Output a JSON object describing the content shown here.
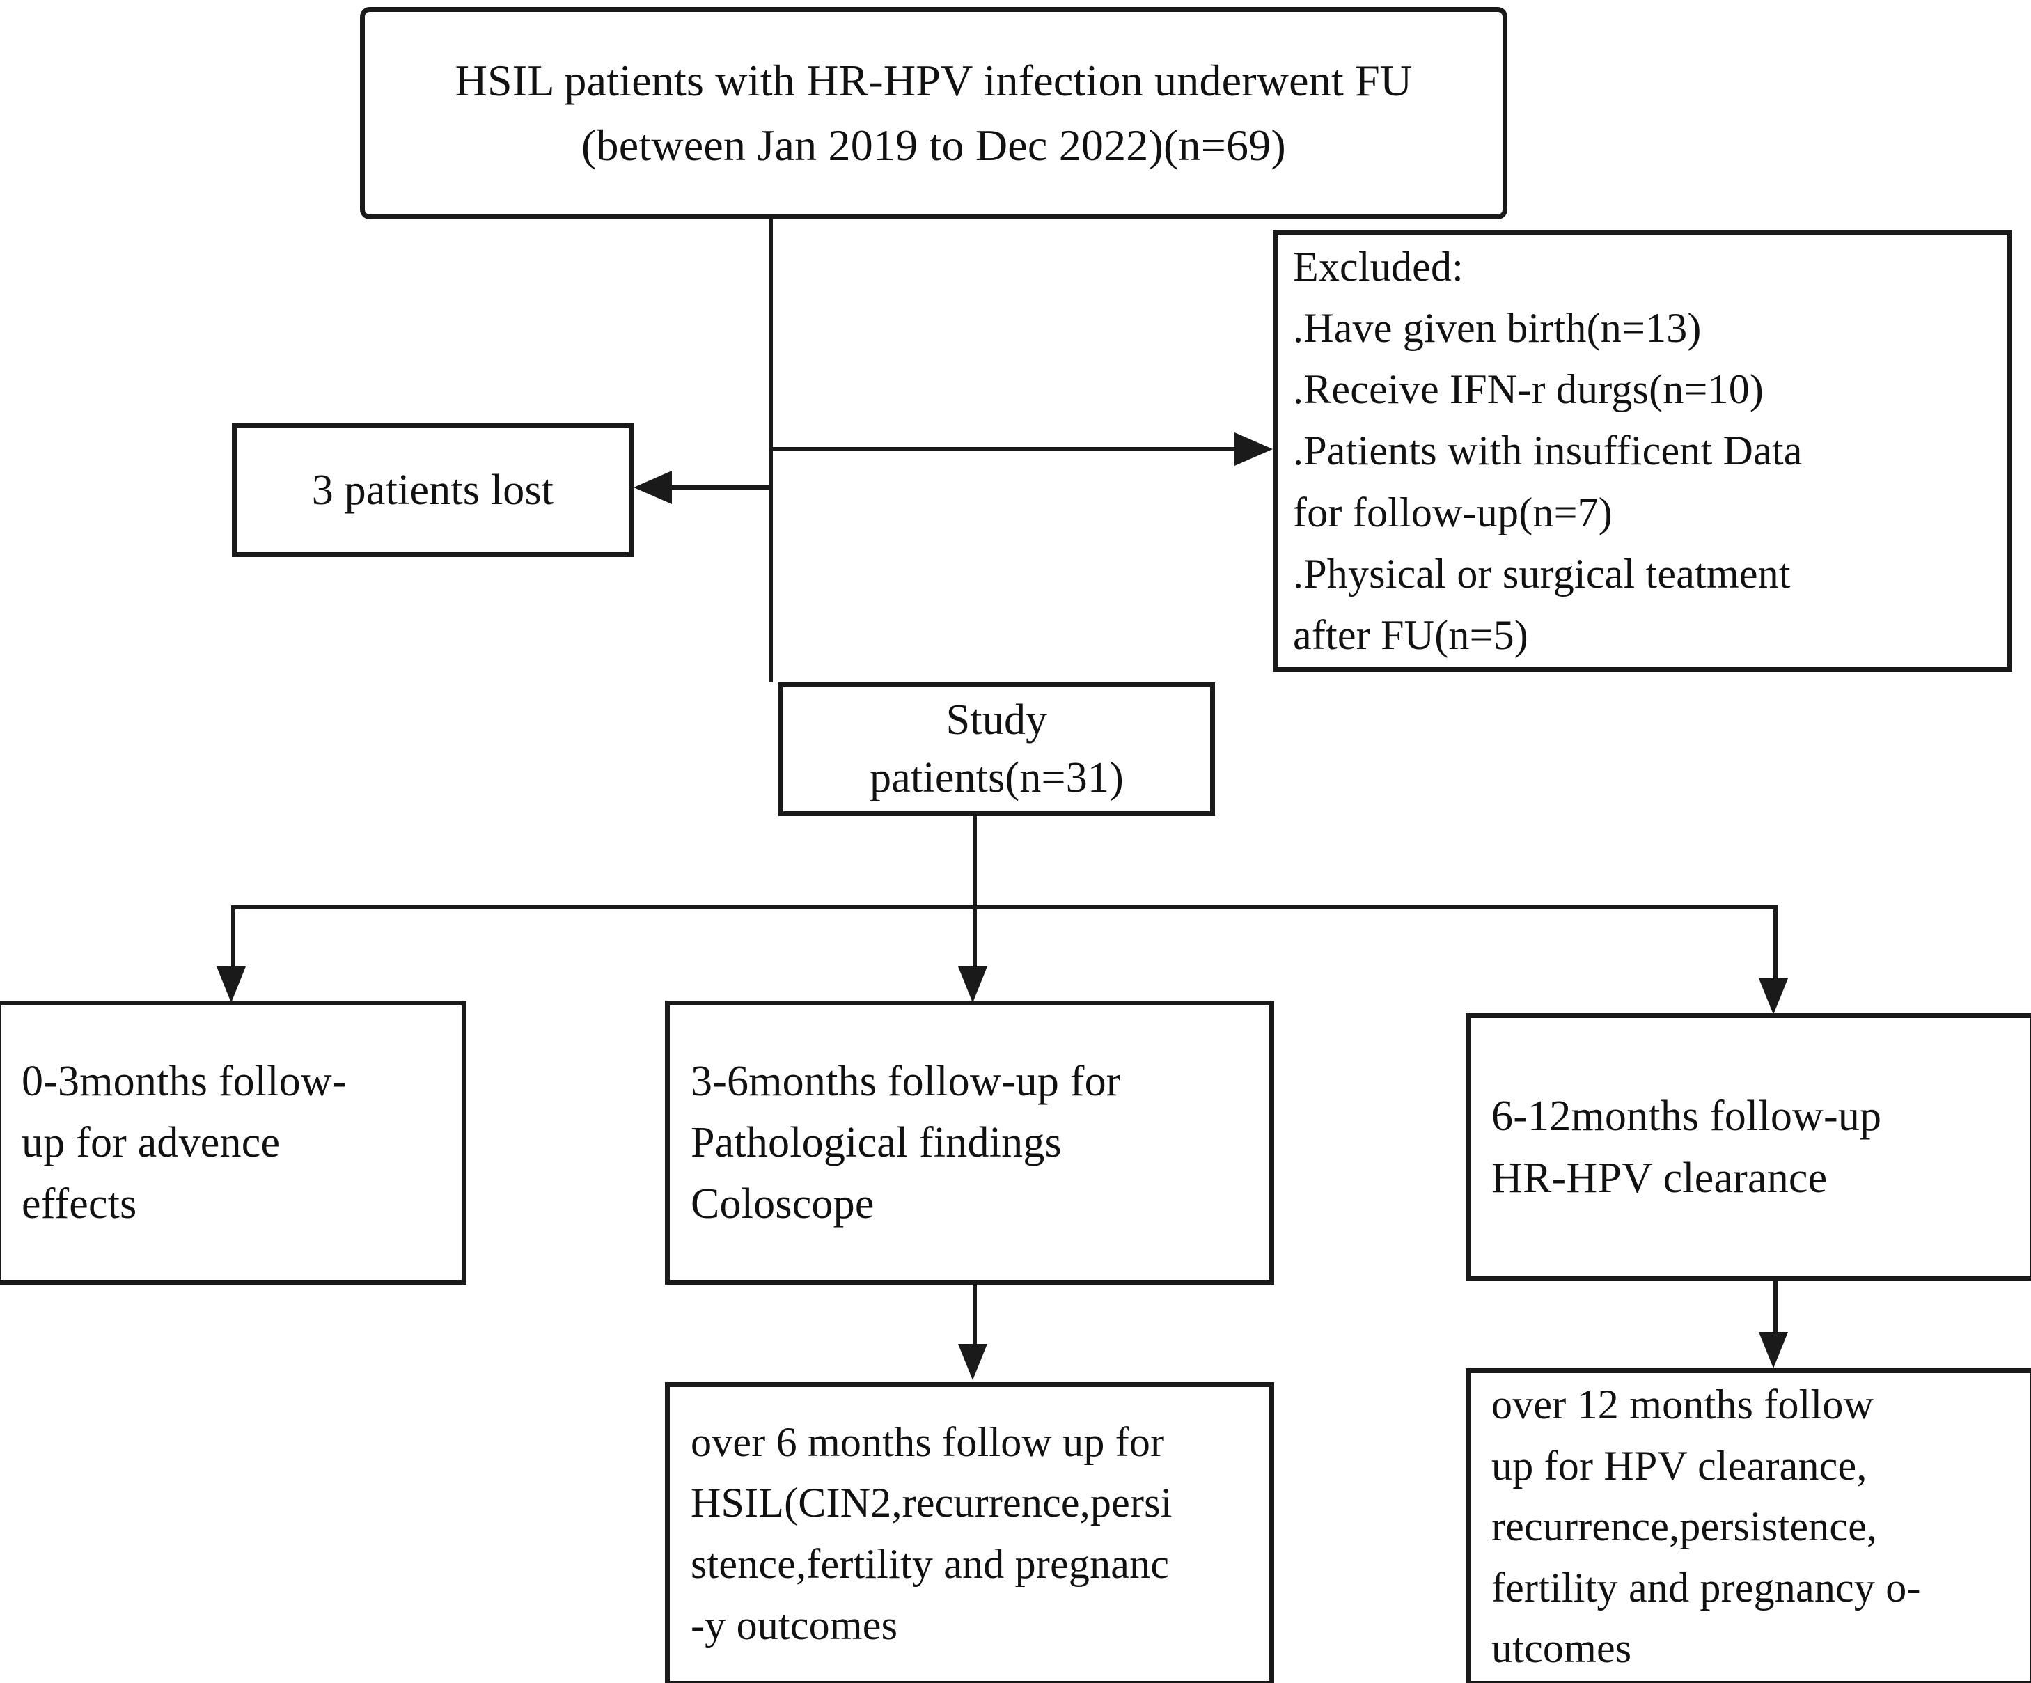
{
  "diagram": {
    "type": "study-flow-chart",
    "title": "HSIL patients with HR-HPV infection follow-up study flow",
    "line_color": "#1a1a1a",
    "background_color": "#ffffff",
    "nodes": {
      "root": {
        "id": "root",
        "label": "HSIL patients with HR-HPV  infection underwent FU\n(between Jan 2019 to Dec 2022)(n=69)",
        "n": 69
      },
      "excluded": {
        "id": "excluded",
        "label": "Excluded:\n.Have given birth(n=13)\n.Receive IFN-r durgs(n=10)\n.Patients with insufficent Data\nfor follow-up(n=7)\n.Physical or surgical teatment\nafter FU(n=5)",
        "items": [
          {
            "reason": "Have given birth",
            "n": 13
          },
          {
            "reason": "Receive IFN-r durgs",
            "n": 10
          },
          {
            "reason": "Patients with insufficent Data for follow-up",
            "n": 7
          },
          {
            "reason": "Physical or surgical teatment after FU",
            "n": 5
          }
        ]
      },
      "lost": {
        "id": "lost",
        "label": "3 patients lost",
        "n": 3
      },
      "study": {
        "id": "study",
        "label": "Study\npatients(n=31)",
        "n": 31
      },
      "followup_0_3": {
        "id": "followup_0_3",
        "label": "0-3months follow-\nup for advence\neffects",
        "period": "0-3months"
      },
      "followup_3_6": {
        "id": "followup_3_6",
        "label": "3-6months follow-up for\nPathological findings\nColoscope",
        "period": "3-6months"
      },
      "followup_6_12": {
        "id": "followup_6_12",
        "label": "6-12months follow-up\nHR-HPV clearance",
        "period": "6-12months"
      },
      "outcome_over6": {
        "id": "outcome_over6",
        "label": "over 6 months follow up for\nHSIL(CIN2,recurrence,persi\nstence,fertility and pregnanc\n-y outcomes",
        "period": "over 6 months"
      },
      "outcome_over12": {
        "id": "outcome_over12",
        "label": "over 12 months follow\nup for HPV clearance,\nrecurrence,persistence,\nfertility and pregnancy o-\nutcomes",
        "period": "over 12 months"
      }
    },
    "edges": [
      {
        "from": "root",
        "to": "excluded",
        "direction": "right"
      },
      {
        "from": "root",
        "to": "lost",
        "direction": "left"
      },
      {
        "from": "root",
        "to": "study",
        "direction": "down"
      },
      {
        "from": "study",
        "to": "followup_0_3",
        "direction": "down"
      },
      {
        "from": "study",
        "to": "followup_3_6",
        "direction": "down"
      },
      {
        "from": "study",
        "to": "followup_6_12",
        "direction": "down"
      },
      {
        "from": "followup_3_6",
        "to": "outcome_over6",
        "direction": "down"
      },
      {
        "from": "followup_6_12",
        "to": "outcome_over12",
        "direction": "down"
      }
    ]
  }
}
